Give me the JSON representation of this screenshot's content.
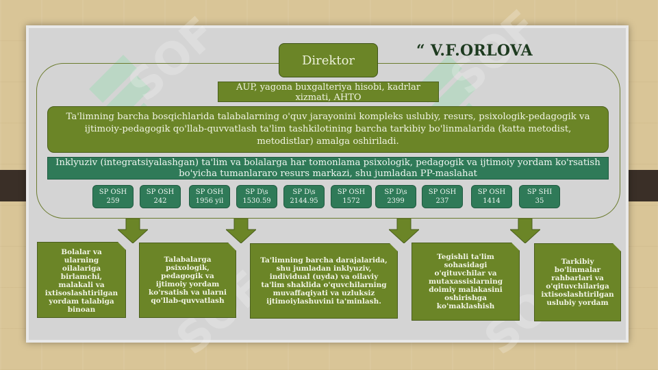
{
  "title": "“ V.F.ORLOVA",
  "director": {
    "label": "Direktor"
  },
  "aup": {
    "text": "AUP, yagona buxgalteriya hisobi, kadrlar xizmati, AHTO"
  },
  "support_box": {
    "text": "Ta'limning barcha bosqichlarida talabalarning o'quv jarayonini kompleks uslubiy, resurs, psixologik-pedagogik va ijtimoiy-pedagogik qo'llab-quvvatlash ta'lim tashkilotining barcha tarkibiy bo'linmalarida (katta metodist, metodistlar) amalga oshiriladi."
  },
  "inclusive_center": {
    "text": "Inklyuziv (integratsiyalashgan) ta'lim va bolalarga har tomonlama psixologik, pedagogik va ijtimoiy yordam ko'rsatish bo'yicha tumanlararo resurs markazi, shu jumladan PP-maslahat"
  },
  "units": [
    {
      "name": "SP OSH",
      "value": "259"
    },
    {
      "name": "SP OSH",
      "value": "242"
    },
    {
      "name": "SP OSH",
      "value": "1956 yil"
    },
    {
      "name": "SP D\\s",
      "value": "1530.59"
    },
    {
      "name": "SP D\\s",
      "value": "2144.95"
    },
    {
      "name": "SP OSH",
      "value": "1572"
    },
    {
      "name": "SP D\\s",
      "value": "2399"
    },
    {
      "name": "SP OSH",
      "value": "237"
    },
    {
      "name": "SP OSH",
      "value": "1414"
    },
    {
      "name": "SP SHI",
      "value": "35"
    }
  ],
  "cards": [
    {
      "text": "Bolalar va ularning oilalariga birlamchi, malakali va ixtisoslashtirilgan yordam talabiga binoan"
    },
    {
      "text": "Talabalarga psixologik, pedagogik va ijtimoiy yordam ko'rsatish va ularni qo'llab-quvvatlash"
    },
    {
      "text": "Ta'limning barcha darajalarida, shu jumladan inklyuziv, individual (uyda) va oilaviy ta'lim shaklida o'quvchilarning muvaffaqiyati va uzluksiz ijtimoiylashuvini ta'minlash."
    },
    {
      "text": "Tegishli ta'lim sohasidagi o'qituvchilar va mutaxassislarning doimiy malakasini oshirishga ko'maklashish"
    },
    {
      "text": "Tarkibiy bo'linmalar rahbarlari va o'qituvchilariga ixtisoslashtirilgan uslubiy yordam"
    }
  ],
  "colors": {
    "olive": "#6b8527",
    "teal": "#2f7a58",
    "title": "#1e3b20",
    "slide": "#d4d4d4"
  }
}
